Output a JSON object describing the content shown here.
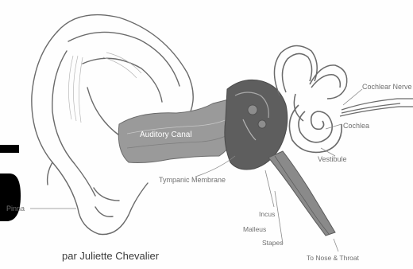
{
  "diagram": {
    "labels": {
      "auditory_canal": "Auditory Canal",
      "cochlear_nerve": "Cochlear Nerve",
      "cochlea": "Cochlea",
      "vestibule": "Vestibule",
      "tympanic_membrane": "Tympanic Membrane",
      "pinna": "Pinna",
      "incus": "Incus",
      "malleus": "Malleus",
      "stapes": "Stapes",
      "nose_throat": "To Nose & Throat"
    },
    "colors": {
      "outline": "#6a6a6a",
      "canal_fill": "#9a9a9a",
      "canal_dark": "#5e5e5e",
      "label": "#6f6f6f",
      "corner_glyph": "#000000"
    }
  },
  "footer": {
    "credit": "par Juliette Chevalier"
  }
}
